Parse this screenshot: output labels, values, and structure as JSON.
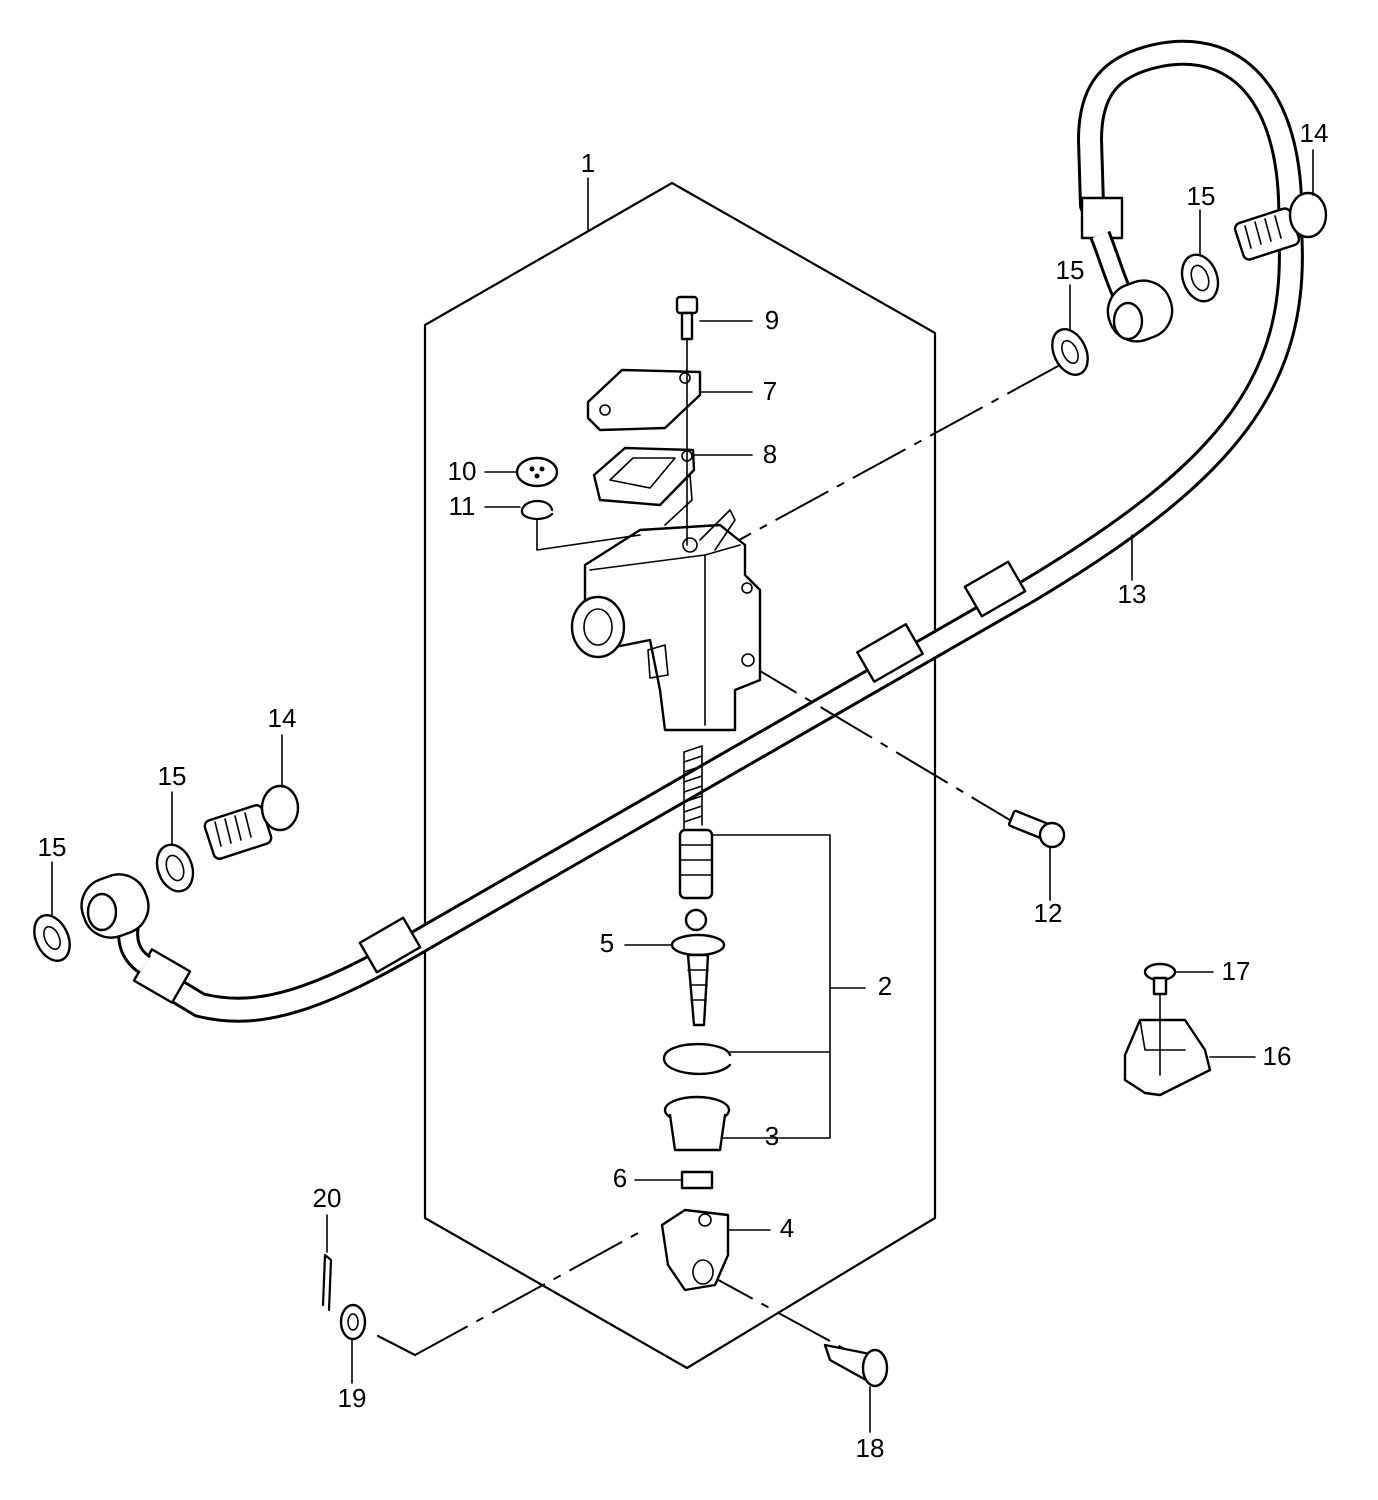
{
  "labels": {
    "l1": "1",
    "l2": "2",
    "l3": "3",
    "l4": "4",
    "l5": "5",
    "l6": "6",
    "l7": "7",
    "l8": "8",
    "l9": "9",
    "l10": "10",
    "l11": "11",
    "l12": "12",
    "l13": "13",
    "l14a": "14",
    "l14b": "14",
    "l15a": "15",
    "l15b": "15",
    "l15c": "15",
    "l15d": "15",
    "l16": "16",
    "l17": "17",
    "l18": "18",
    "l19": "19",
    "l20": "20"
  }
}
